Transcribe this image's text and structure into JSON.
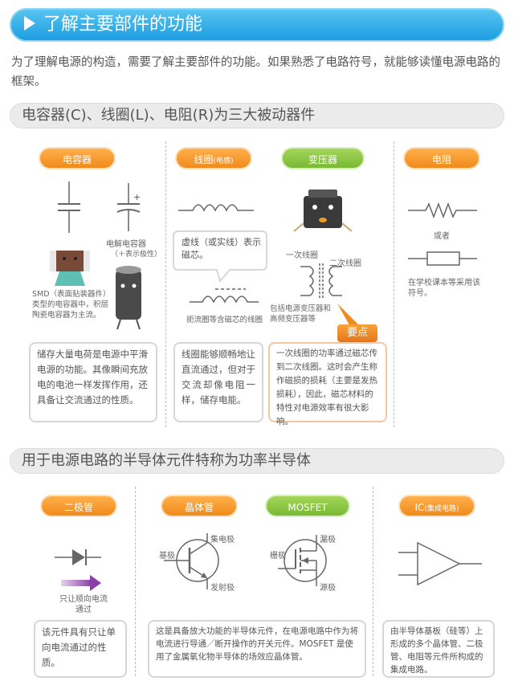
{
  "title": "了解主要部件的功能",
  "intro": "为了理解电源的构造，需要了解主要部件的功能。如果熟悉了电路符号，就能够读懂电源电路的框架。",
  "section1": {
    "title": "电容器(C)、线圈(L)、电阻(R)为三大被动器件",
    "capacitor": {
      "label": "电容器",
      "electrolytic_label": "电解电容器",
      "polarity_note": "（＋表示极性）",
      "plus_sign": "+",
      "smd_note": "SMD（表面贴装器件）类型的电容器中，积层陶瓷电容器为主流。",
      "desc": "储存大量电荷是电源中平滑电源的功能。其像瞬间充放电的电池一样发挥作用，还具备让交流通过的性质。"
    },
    "coil": {
      "label": "线圈",
      "label_note": "(电感)",
      "bubble": "虚线（或实线）表示磁芯。",
      "choke_note": "扼流圈等含磁芯的线圈",
      "desc": "线圈能够顺畅地让直流通过，但对于交流却像电阻一样，储存电能。"
    },
    "transformer": {
      "label": "变压器",
      "primary": "一次线圈",
      "secondary": "二次线圈",
      "note": "包括电源变压器和高频变压器等",
      "badge": "要点",
      "desc": "一次线圈的功率通过磁芯传到二次线圈。这时会产生称作磁损的损耗（主要是发热损耗），因此，磁芯材料的特性对电源效率有很大影响。"
    },
    "resistor": {
      "label": "电阻",
      "or": "或者",
      "note": "在学校课本等采用该符号。"
    }
  },
  "section2": {
    "title": "用于电源电路的半导体元件特称为功率半导体",
    "diode": {
      "label": "二极管",
      "arrow_note": "只让顺向电流通过",
      "desc": "该元件具有只让单向电流通过的性质。"
    },
    "transistor": {
      "label": "晶体管",
      "collector": "集电极",
      "base": "基极",
      "emitter": "发射极"
    },
    "mosfet": {
      "label": "MOSFET",
      "drain": "漏极",
      "gate": "栅极",
      "source": "源极"
    },
    "semi_desc": "这是具备放大功能的半导体元件，在电源电路中作为将电流进行导通／断开操作的开关元件。MOSFET 是使用了金属氧化物半导体的场效应晶体管。",
    "ic": {
      "label": "IC",
      "label_note": "(集成电路)",
      "desc": "由半导体基板（硅等）上形成的多个晶体管、二极管、电阻等元件所构成的集成电路。"
    }
  },
  "colors": {
    "banner": "#1d9ee2",
    "orange": "#f08a1a",
    "green": "#78b934",
    "section_bg": "#ebebeb"
  }
}
